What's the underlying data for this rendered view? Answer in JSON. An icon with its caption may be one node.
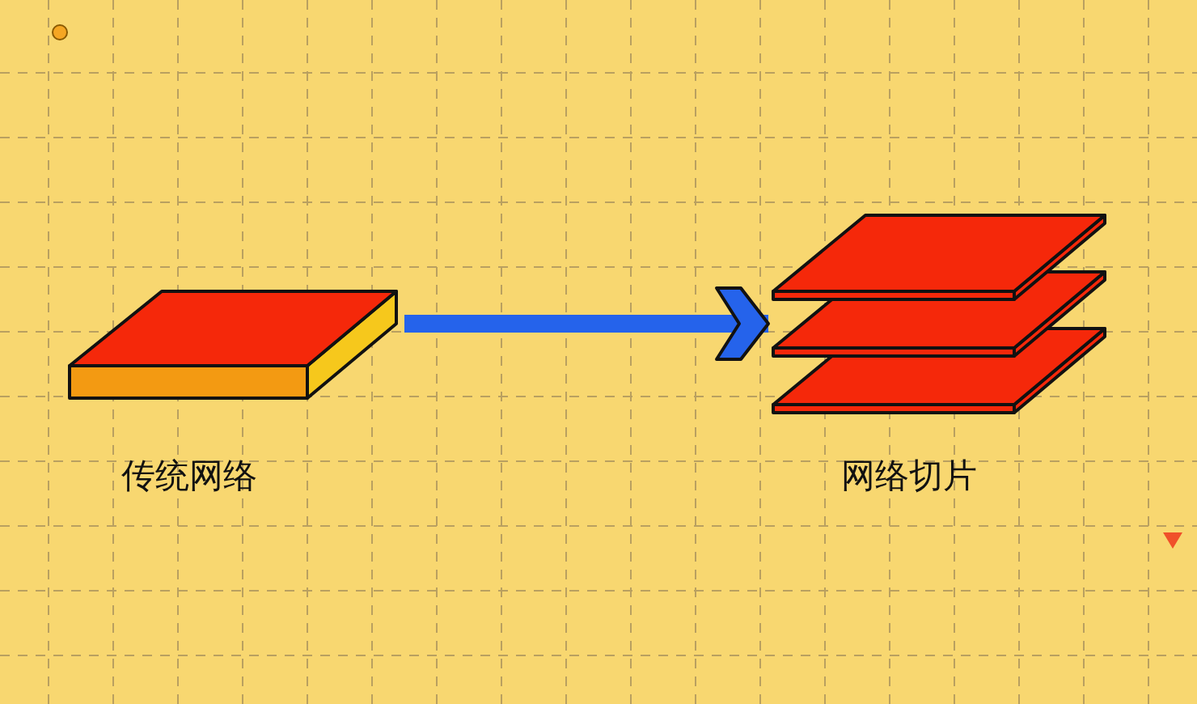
{
  "diagram": {
    "nodes": [
      {
        "text": [],
        "shape": "box",
        "beside": [
          "传统网络"
        ]
      },
      {
        "text": [],
        "shape": "picture",
        "beside": [
          "网络切片"
        ]
      }
    ],
    "edges": [
      {
        "from": 0,
        "to": 1,
        "arrow": "to",
        "color": "#2563eb"
      }
    ]
  }
}
